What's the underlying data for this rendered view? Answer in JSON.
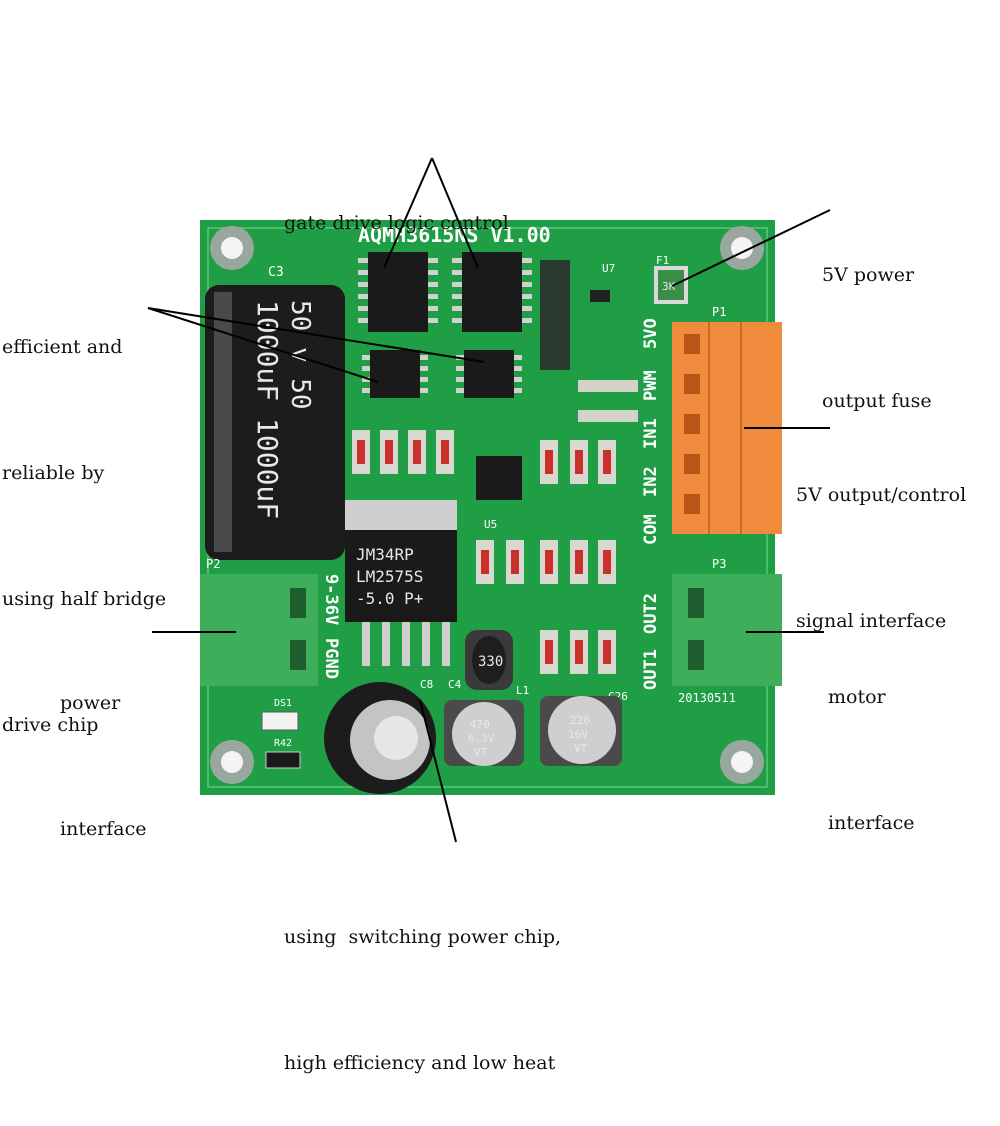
{
  "colors": {
    "pcb": "#1f9e46",
    "pcb_dark": "#147a33",
    "terminal_green": "#3fae5a",
    "terminal_orange": "#f08a3c",
    "capacitor_body": "#1c1c1c",
    "resistor_red": "#c9302c",
    "leader": "#000000"
  },
  "board": {
    "model": "AQMH3615NS V1.00",
    "date_code": "20130511",
    "labels": {
      "c3": "C3",
      "c4": "C4",
      "c26": "C26",
      "c8": "C8",
      "f1": "F1",
      "p1": "P1",
      "p2": "P2",
      "p3": "P3",
      "u5": "U5",
      "u7": "U7",
      "l1": "L1",
      "ds1": "DS1",
      "r42": "R42",
      "volt_range": "9-36V",
      "pgnd": "PGND",
      "signal_pins": [
        "5VO",
        "PWM",
        "IN1",
        "IN2",
        "COM"
      ],
      "out_pins": [
        "OUT2",
        "OUT1"
      ]
    },
    "big_cap": {
      "line1": "1000uF 1000uF",
      "line2": "50 v   50"
    },
    "regulator": {
      "line1": "JM34RP",
      "line2": "LM2575S",
      "line3": "-5.0   P+"
    },
    "inductor": "330",
    "small_cap_left": {
      "line1": "470",
      "line2": "6.3V",
      "line3": "VT"
    },
    "small_cap_right": {
      "line1": "220",
      "line2": "16V",
      "line3": "VT"
    },
    "fuse": "3K"
  },
  "callouts": {
    "gate_drive": "gate drive logic control",
    "fuse": [
      "5V power",
      "output fuse"
    ],
    "half_bridge": [
      "efficient and",
      "reliable by",
      "using half bridge",
      "drive chip"
    ],
    "signal": [
      "5V output/control",
      "signal interface"
    ],
    "power": [
      "power",
      "interface"
    ],
    "motor": [
      "motor",
      "interface"
    ],
    "switching": [
      "using  switching power chip,",
      "high efficiency and low heat"
    ]
  }
}
